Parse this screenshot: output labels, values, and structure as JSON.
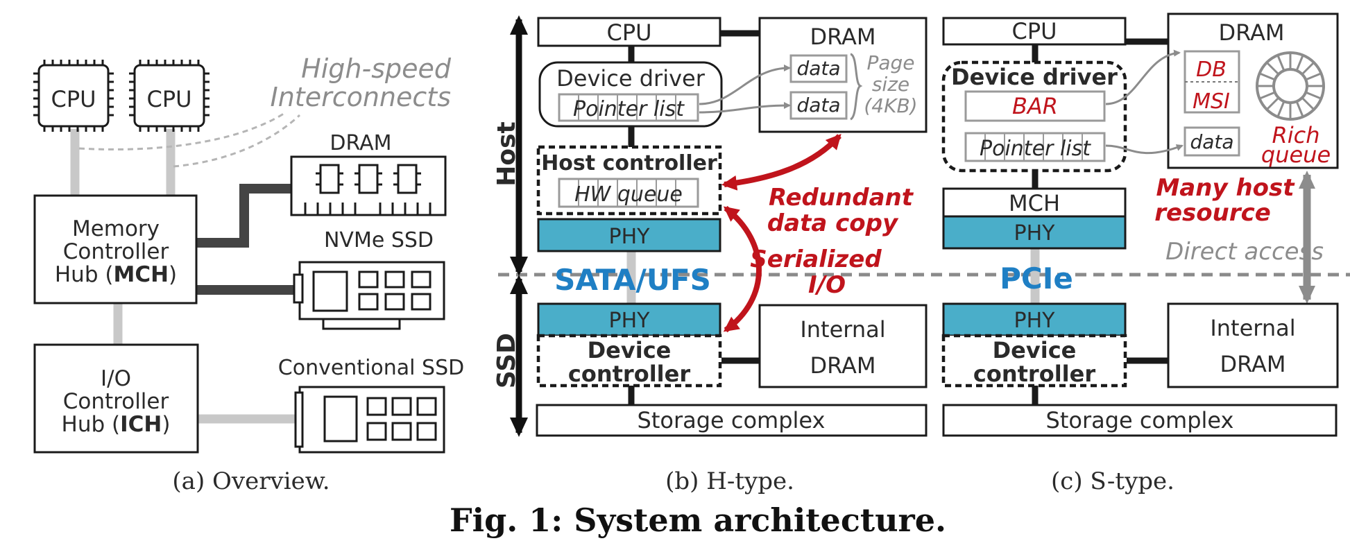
{
  "panel_a": {
    "cpu1": "CPU",
    "cpu2": "CPU",
    "interconnect_line1": "High-speed",
    "interconnect_line2": "Interconnects",
    "dram": "DRAM",
    "nvme": "NVMe SSD",
    "conventional": "Conventional SSD",
    "mch_line1": "Memory",
    "mch_line2": "Controller",
    "mch_line3_pre": "Hub (",
    "mch_line3_bold": "MCH",
    "mch_line3_post": ")",
    "ich_line1": "I/O",
    "ich_line2": "Controller",
    "ich_line3_pre": "Hub (",
    "ich_line3_bold": "ICH",
    "ich_line3_post": ")",
    "caption": "(a) Overview."
  },
  "panel_b": {
    "cpu": "CPU",
    "dram": "DRAM",
    "device_driver": "Device driver",
    "pointer_list": "Pointer list",
    "data1": "data",
    "data2": "data",
    "page_line1": "Page",
    "page_line2": "size",
    "page_line3": "(4KB)",
    "host": "Host",
    "ssd": "SSD",
    "host_controller": "Host controller",
    "hw_queue": "HW queue",
    "phy_top": "PHY",
    "interface": "SATA/UFS",
    "phy_bottom": "PHY",
    "device_controller_line1": "Device",
    "device_controller_line2": "controller",
    "internal_dram_line1": "Internal",
    "internal_dram_line2": "DRAM",
    "storage": "Storage complex",
    "redundant_line1": "Redundant",
    "redundant_line2": "data copy",
    "serialized_line1": "Serialized",
    "serialized_line2": "I/O",
    "caption": "(b) H-type."
  },
  "panel_c": {
    "cpu": "CPU",
    "dram": "DRAM",
    "device_driver": "Device driver",
    "bar": "BAR",
    "pointer_list": "Pointer list",
    "db": "DB",
    "msi": "MSI",
    "data": "data",
    "rich_line1": "Rich",
    "rich_line2": "queue",
    "mch": "MCH",
    "phy_top": "PHY",
    "interface": "PCIe",
    "phy_bottom": "PHY",
    "many_line1": "Many host",
    "many_line2": "resource",
    "direct_access": "Direct access",
    "device_controller_line1": "Device",
    "device_controller_line2": "controller",
    "internal_dram_line1": "Internal",
    "internal_dram_line2": "DRAM",
    "storage": "Storage complex",
    "caption": "(c) S-type."
  },
  "figure_caption": "Fig. 1: System architecture.",
  "colors": {
    "phy": "#4aaec9",
    "interface_text": "#1f7fc4",
    "highlight": "#c0141c",
    "line": "#1a1a1a"
  }
}
